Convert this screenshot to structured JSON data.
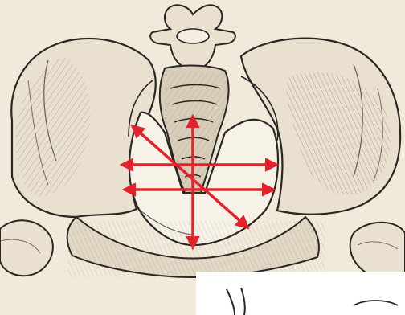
{
  "image": {
    "subject": "pelvis-anatomy-illustration",
    "style": "engraving",
    "colors": {
      "paper": "#f1eadb",
      "ink": "#2a2622",
      "bone_fill": "#e9e0cf",
      "bone_shadow": "#b9ae9b",
      "arrow": "#e3232b",
      "white_panel": "#ffffff"
    },
    "arrows": [
      {
        "name": "anteroposterior-diameter",
        "direction": "vertical"
      },
      {
        "name": "transverse-diameter-upper",
        "direction": "horizontal"
      },
      {
        "name": "transverse-diameter-lower",
        "direction": "horizontal"
      },
      {
        "name": "oblique-diameter",
        "direction": "diagonal"
      }
    ]
  }
}
